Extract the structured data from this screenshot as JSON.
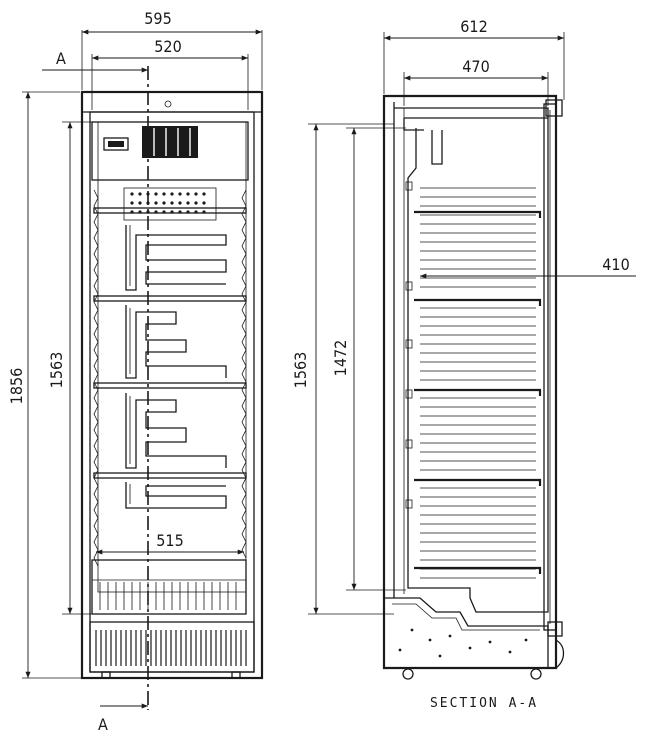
{
  "front_view": {
    "dim_overall_width": "595",
    "dim_inner_width": "520",
    "dim_height_total": "1856",
    "dim_height_inner": "1563",
    "dim_shelf_width": "515",
    "section_label_top": "A",
    "section_label_bottom": "A"
  },
  "side_view": {
    "dim_overall_depth": "612",
    "dim_inner_depth": "470",
    "dim_shelf_depth": "410",
    "dim_height_outer": "1563",
    "dim_height_inner": "1472",
    "caption": "SECTION A-A"
  }
}
